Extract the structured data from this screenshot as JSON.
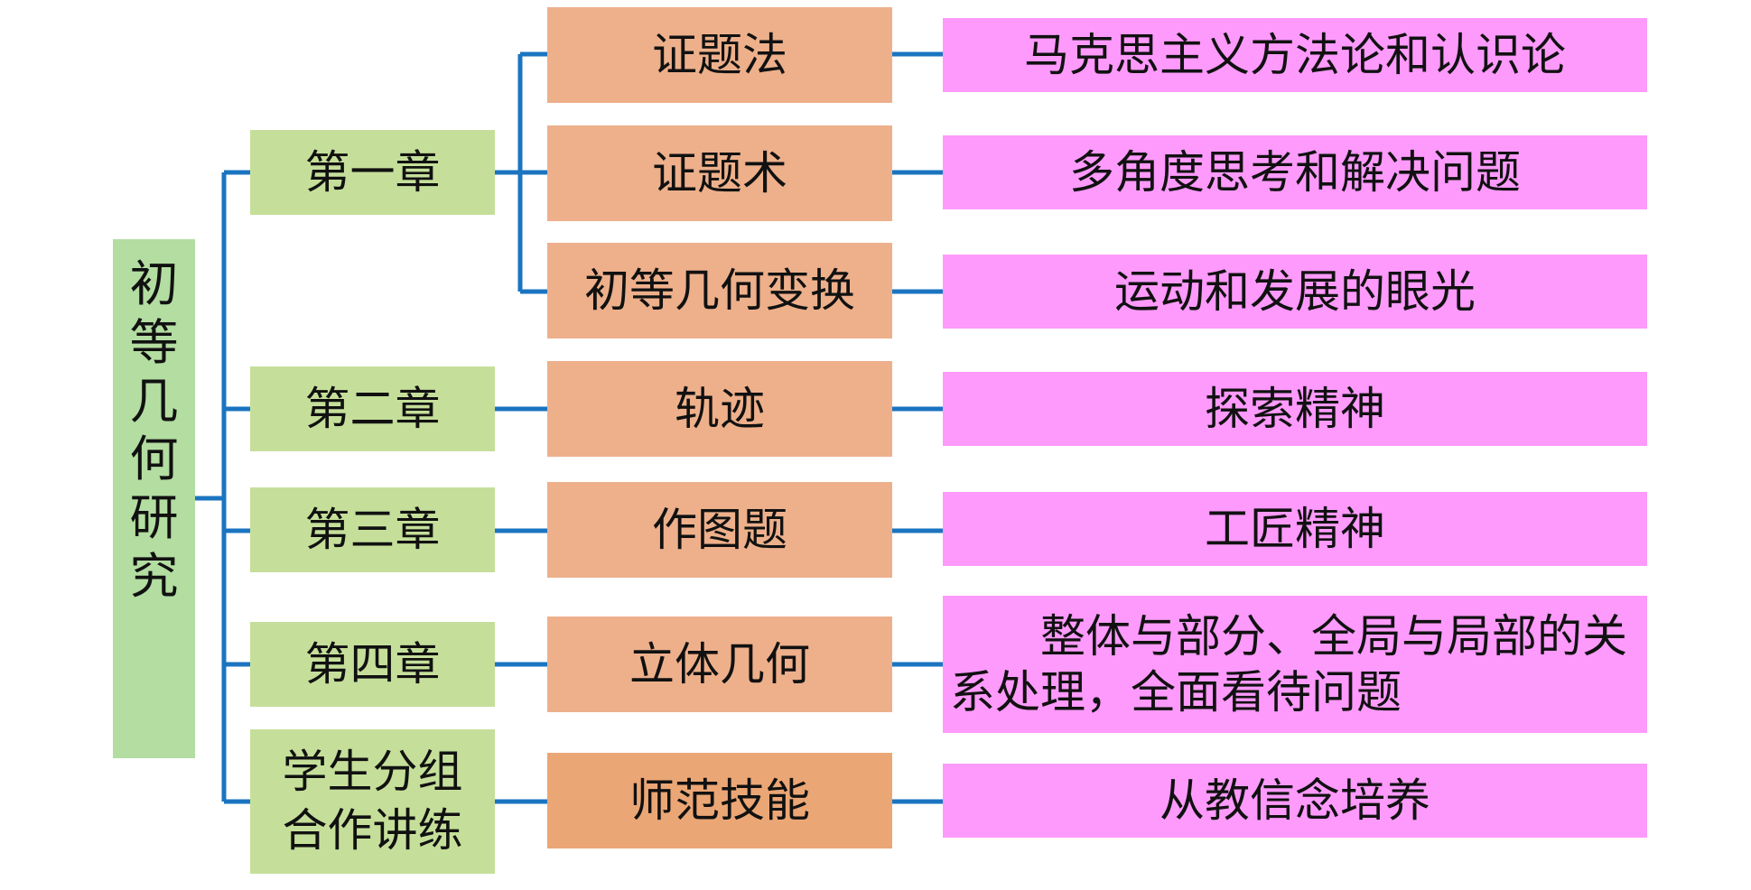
{
  "colors": {
    "root_bg": "#b3dda1",
    "chapter_bg": "#c5df9a",
    "method_bg": "#edb08b",
    "method_bg_last": "#eba675",
    "value_bg": "#fd9afc",
    "connector": "#1b74c0"
  },
  "root": {
    "label": "初等几何研究"
  },
  "branches": [
    {
      "chapter": "第一章",
      "items": [
        {
          "method": "证题法",
          "value": "马克思主义方法论和认识论"
        },
        {
          "method": "证题术",
          "value": "多角度思考和解决问题"
        },
        {
          "method": "初等几何变换",
          "value": "运动和发展的眼光"
        }
      ]
    },
    {
      "chapter": "第二章",
      "items": [
        {
          "method": "轨迹",
          "value": "探索精神"
        }
      ]
    },
    {
      "chapter": "第三章",
      "items": [
        {
          "method": "作图题",
          "value": "工匠精神"
        }
      ]
    },
    {
      "chapter": "第四章",
      "items": [
        {
          "method": "立体几何",
          "value": "整体与部分、全局与局部的关系处理，全面看待问题"
        }
      ]
    },
    {
      "chapter": "学生分组合作讲练",
      "items": [
        {
          "method": "师范技能",
          "value": "从教信念培养"
        }
      ]
    }
  ]
}
